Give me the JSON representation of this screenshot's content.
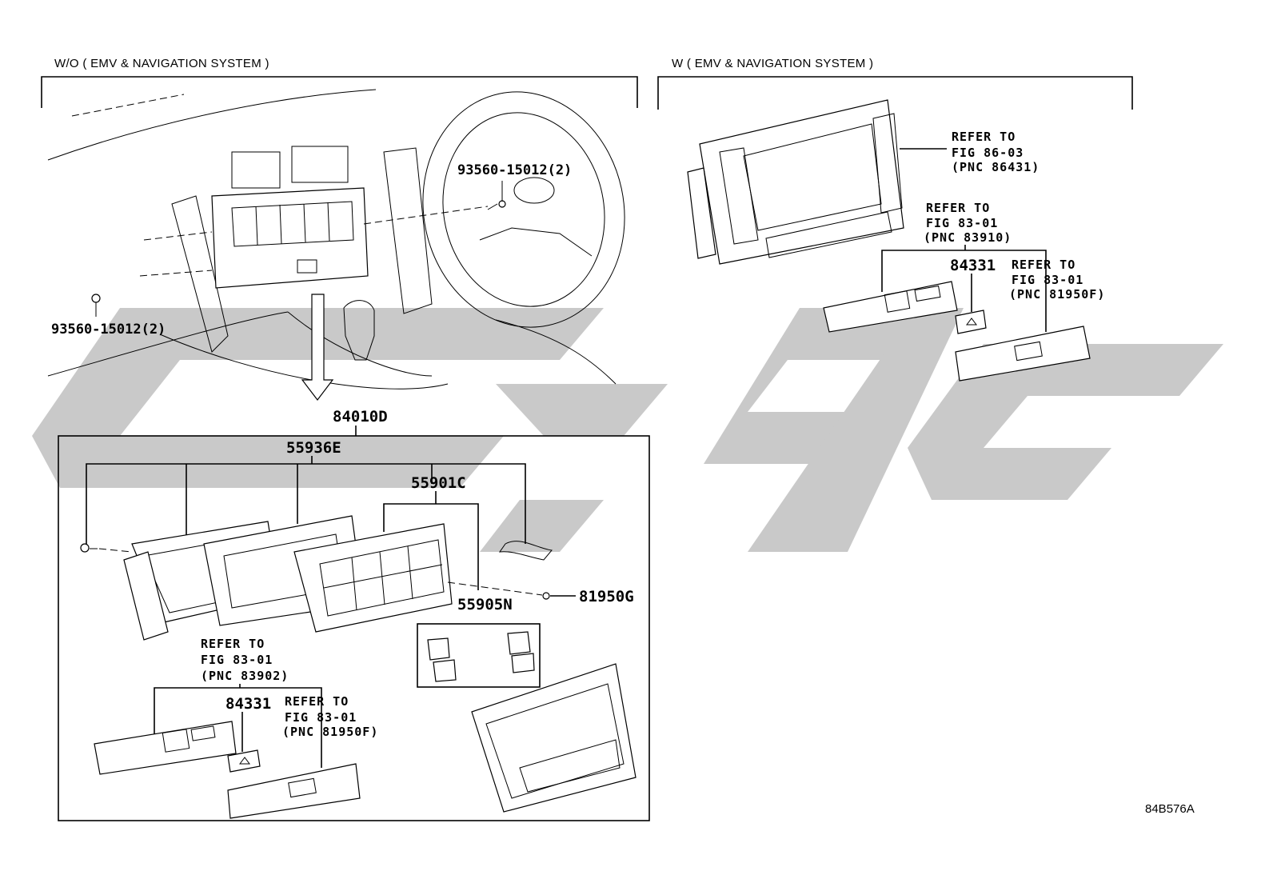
{
  "headers": {
    "left": "W/O ( EMV & NAVIGATION SYSTEM )",
    "right": "W ( EMV & NAVIGATION SYSTEM )"
  },
  "parts": {
    "screw_upper": "93560-15012(2)",
    "screw_lower": "93560-15012(2)",
    "assembly": "84010D",
    "panel": "55936E",
    "control_panel": "55901C",
    "knobs": "55905N",
    "bulb": "81950G",
    "switch_left": "84331",
    "switch_right": "84331"
  },
  "references": {
    "ref_86431": [
      "REFER TO",
      "FIG 86-03",
      "(PNC 86431)"
    ],
    "ref_83910": [
      "REFER TO",
      "FIG 83-01",
      "(PNC 83910)"
    ],
    "ref_81950f_right": [
      "REFER TO",
      "FIG 83-01",
      "(PNC 81950F)"
    ],
    "ref_83902": [
      "REFER TO",
      "FIG 83-01",
      "(PNC 83902)"
    ],
    "ref_81950f_left": [
      "REFER TO",
      "FIG 83-01",
      "(PNC 81950F)"
    ]
  },
  "figure_code": "84B576A",
  "watermark_color": "#c9c9c9"
}
